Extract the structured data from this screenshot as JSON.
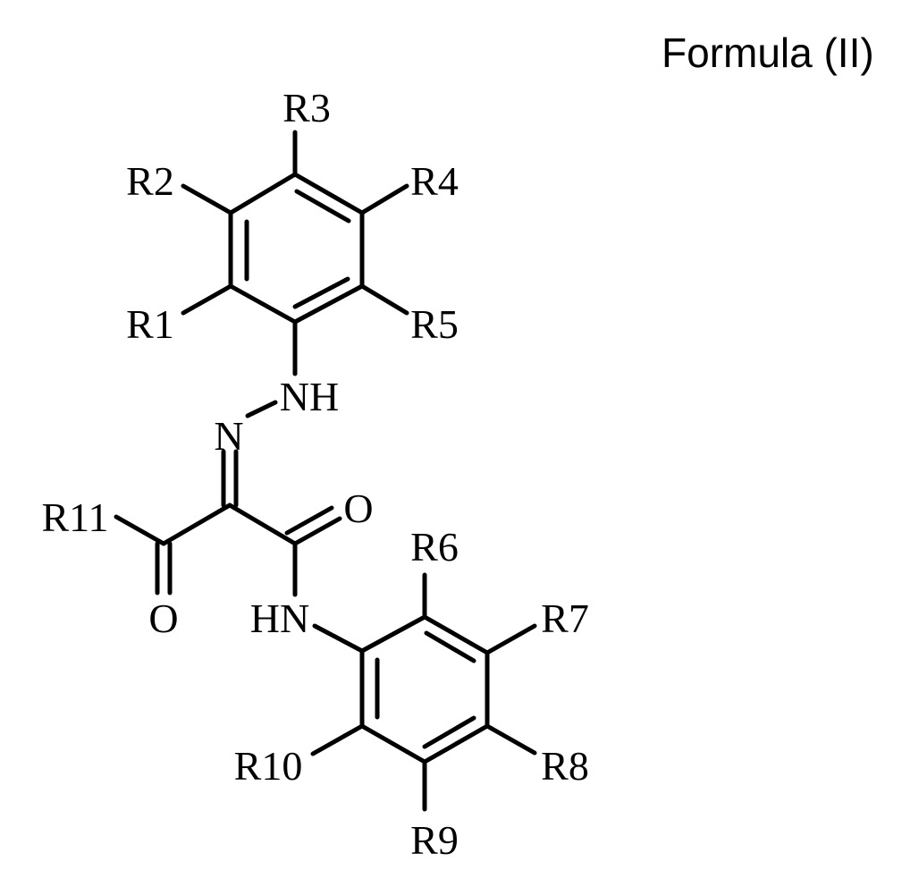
{
  "title": "Formula (II)",
  "labels": {
    "r1": "R1",
    "r2": "R2",
    "r3": "R3",
    "r4": "R4",
    "r5": "R5",
    "r6": "R6",
    "r7": "R7",
    "r8": "R8",
    "r9": "R9",
    "r10": "R10",
    "r11": "R11",
    "nh": "NH",
    "n": "N",
    "hn": "HN",
    "o_amide": "O",
    "o_ketone": "O"
  }
}
